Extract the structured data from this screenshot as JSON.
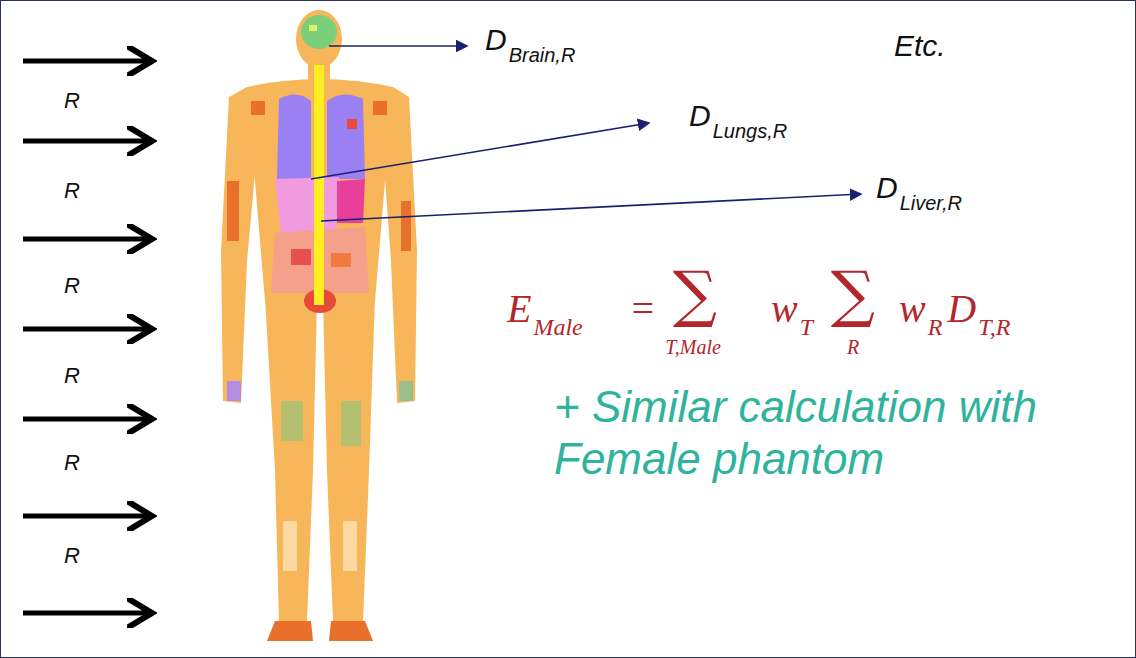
{
  "diagram": {
    "labels": [
      "R",
      "R",
      "R",
      "R",
      "R",
      "R",
      "D",
      "Brain,R",
      "D",
      "Lungs,R",
      "D",
      "Liver,R",
      "Etc.",
      "E",
      "Male",
      "=",
      "∑",
      "T,Male",
      "w",
      "T",
      "∑",
      "R",
      "w",
      "R",
      "D",
      "T,R",
      "+ Similar calculation with Female phantom"
    ]
  }
}
